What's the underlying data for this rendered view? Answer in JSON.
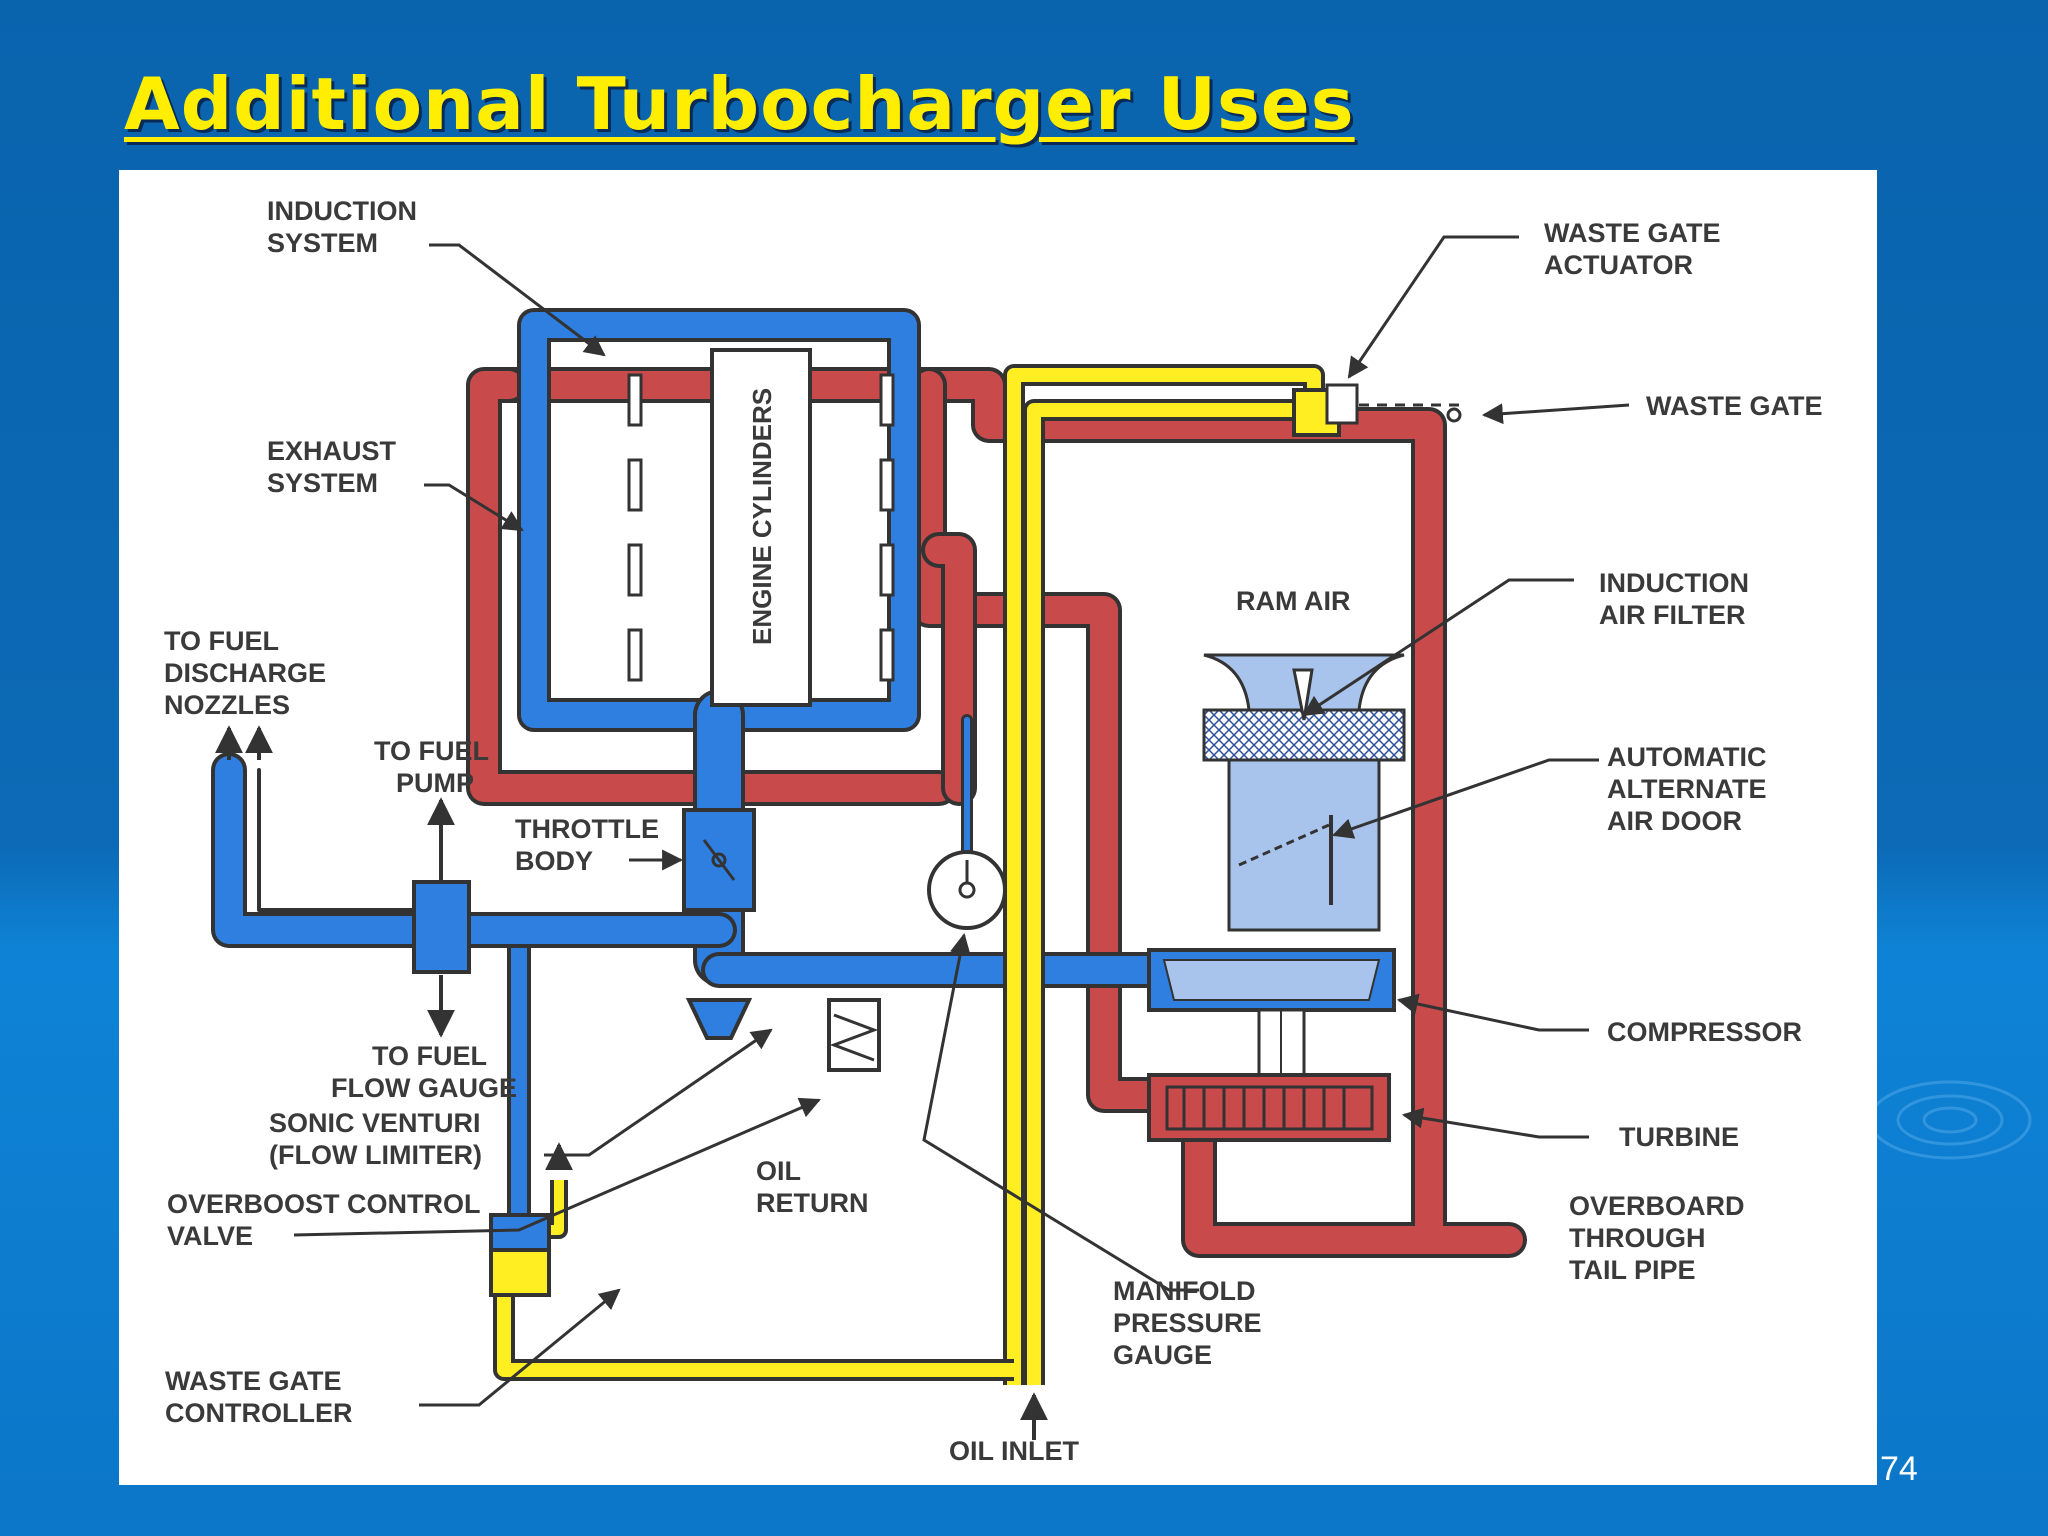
{
  "slide": {
    "title": "Additional Turbocharger Uses",
    "page_number": "74"
  },
  "labels": {
    "induction_system": [
      "INDUCTION",
      "SYSTEM"
    ],
    "exhaust_system": [
      "EXHAUST",
      "SYSTEM"
    ],
    "engine_cylinders": "ENGINE CYLINDERS",
    "waste_gate_actuator": [
      "WASTE GATE",
      "ACTUATOR"
    ],
    "waste_gate": "WASTE GATE",
    "ram_air": "RAM AIR",
    "induction_air_filter": [
      "INDUCTION",
      "AIR FILTER"
    ],
    "automatic_alternate_air_door": [
      "AUTOMATIC",
      "ALTERNATE",
      "AIR DOOR"
    ],
    "compressor": "COMPRESSOR",
    "turbine": "TURBINE",
    "overboard_through_tail_pipe": [
      "OVERBOARD",
      "THROUGH",
      "TAIL PIPE"
    ],
    "to_fuel_discharge_nozzles": [
      "TO FUEL",
      "DISCHARGE",
      "NOZZLES"
    ],
    "to_fuel_pump": [
      "TO FUEL",
      "PUMP"
    ],
    "throttle_body": [
      "THROTTLE",
      "BODY"
    ],
    "to_fuel_flow_gauge": [
      "TO FUEL",
      "FLOW GAUGE"
    ],
    "sonic_venturi": [
      "SONIC VENTURI",
      "(FLOW LIMITER)"
    ],
    "overboost_control_valve": [
      "OVERBOOST CONTROL",
      "VALVE"
    ],
    "oil_return": [
      "OIL",
      "RETURN"
    ],
    "manifold_pressure_gauge": [
      "MANIFOLD",
      "PRESSURE",
      "GAUGE"
    ],
    "waste_gate_controller": [
      "WASTE GATE",
      "CONTROLLER"
    ],
    "oil_inlet": "OIL INLET"
  },
  "colors": {
    "exhaust": "#c94a4a",
    "induction": "#2e7fe0",
    "oil": "#ffee22",
    "outline": "#333333",
    "title": "#ffee00",
    "background": "#0b66b2"
  }
}
